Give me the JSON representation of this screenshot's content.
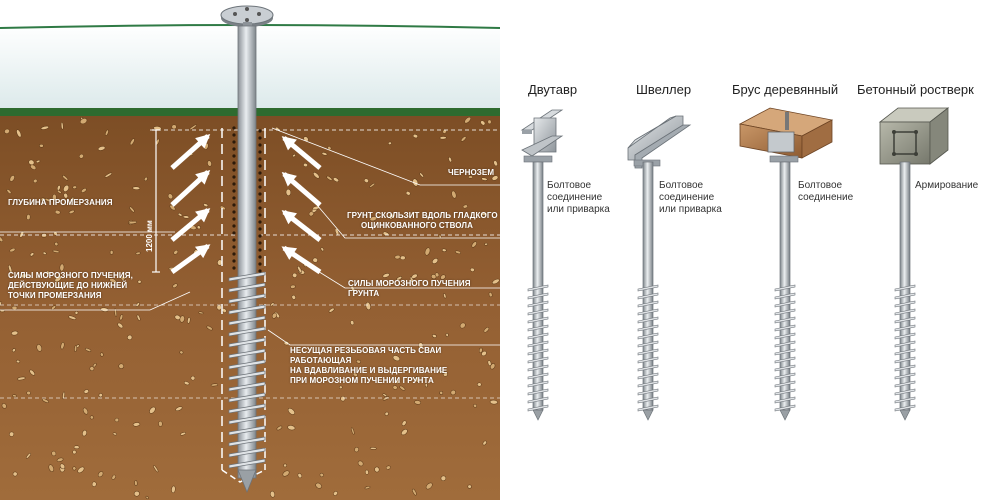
{
  "left_diagram": {
    "depth_value": "1200 мм",
    "labels": {
      "freeze_depth": [
        "ГЛУБИНА ПРОМЕРЗАНИЯ"
      ],
      "heave_below": [
        "СИЛЫ МОРОЗНОГО ПУЧЕНИЯ,",
        "ДЕЙСТВУЮЩИЕ ДО НИЖНЕЙ",
        "ТОЧКИ ПРОМЕРЗАНИЯ"
      ],
      "chernozem": [
        "ЧЕРНОЗЕМ"
      ],
      "slides": [
        "ГРУНТ СКОЛЬЗИТ ВДОЛЬ ГЛАДКОГО",
        "ОЦИНКОВАННОГО СТВОЛА"
      ],
      "heave_soil": [
        "СИЛЫ МОРОЗНОГО ПУЧЕНИЯ ГРУНТА"
      ],
      "bearing": [
        "НЕСУЩАЯ РЕЗЬБОВАЯ ЧАСТЬ СВАИ РАБОТАЮЩАЯ",
        "НА ВДАВЛИВАНИЕ И ВЫДЕРГИВАНИЕ",
        "ПРИ МОРОЗНОМ ПУЧЕНИИ ГРУНТА"
      ]
    },
    "colors": {
      "soil": "#8a5a2e",
      "grass": "#2e6b2f",
      "sky": "#e8f2f3"
    }
  },
  "piles": [
    {
      "title": "Двутавр",
      "note": [
        "Болтовое",
        "соединение",
        "или приварка"
      ]
    },
    {
      "title": "Швеллер",
      "note": [
        "Болтовое",
        "соединение",
        "или приварка"
      ]
    },
    {
      "title": "Брус деревянный",
      "note": [
        "Болтовое",
        "соединение"
      ]
    },
    {
      "title": "Бетонный ростверк",
      "note": [
        "Армирование"
      ]
    }
  ]
}
